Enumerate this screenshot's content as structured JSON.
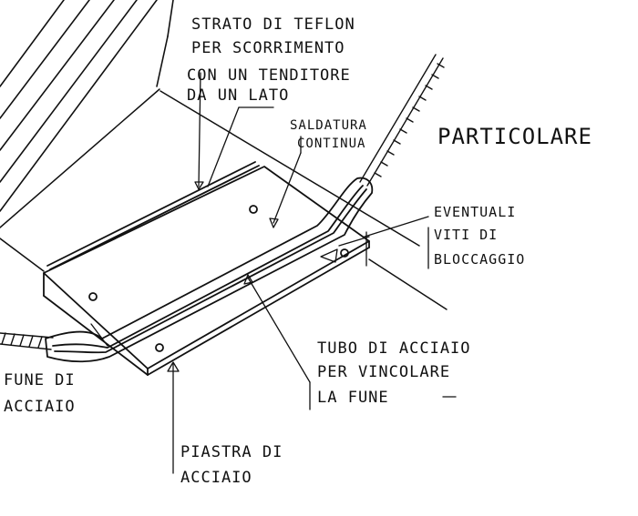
{
  "labels": {
    "strato_line1": "STRATO DI TEFLON",
    "strato_line2": "PER SCORRIMENTO",
    "tenditore_line1": "CON UN TENDITORE",
    "tenditore_line2": "DA UN LATO",
    "saldatura_line1": "SALDATURA",
    "saldatura_line2": "CONTINUA",
    "particolare": "PARTICOLARE",
    "viti_line1": "EVENTUALI",
    "viti_line2": "VITI DI",
    "viti_line3": "BLOCCAGGIO",
    "tubo_line1": "TUBO DI ACCIAIO",
    "tubo_line2": "PER VINCOLARE",
    "tubo_line3": "LA FUNE",
    "fune_line1": "FUNE DI",
    "fune_line2": "ACCIAIO",
    "piastra_line1": "PIASTRA DI",
    "piastra_line2": "ACCIAIO"
  }
}
